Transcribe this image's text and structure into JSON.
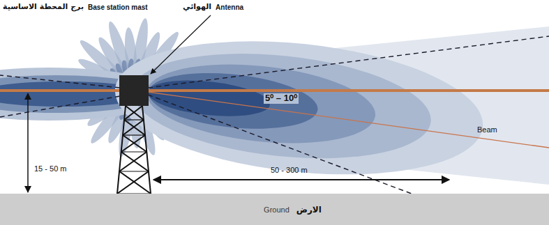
{
  "diagram": {
    "nodes": [
      {
        "text": [
          "Ground",
          "الارض"
        ]
      }
    ],
    "labels": [
      "برج المحطة الاساسية",
      "Base station mast",
      "الهوائي",
      "Antenna",
      "5⁰ – 10⁰",
      "Beam",
      "15 - 50 m",
      "50 - 300 m"
    ]
  }
}
